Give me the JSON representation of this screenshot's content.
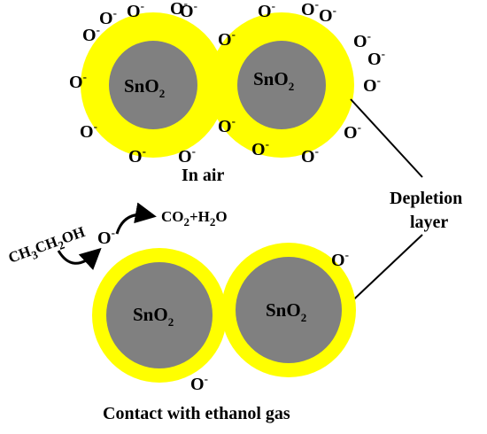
{
  "colors": {
    "depletion_layer": "#ffff00",
    "core": "#808080",
    "text": "#000000",
    "background": "#ffffff"
  },
  "particle_label": {
    "base": "SnO",
    "subscript": "2"
  },
  "oxygen_ion": {
    "symbol": "O",
    "charge": "-"
  },
  "state_air": {
    "caption": "In air",
    "adsorbed_ion_count": 20
  },
  "state_gas": {
    "caption": "Contact with ethanol gas",
    "adsorbed_ion_count": 3
  },
  "depletion_label": {
    "line1": "Depletion",
    "line2": "layer"
  },
  "reaction": {
    "reactant": {
      "p1": "CH",
      "s1": "3",
      "p2": "CH",
      "s2": "2",
      "p3": "OH"
    },
    "products": {
      "p1": "CO",
      "s1": "2",
      "p2": "+H",
      "s2": "2",
      "p3": "O"
    }
  }
}
